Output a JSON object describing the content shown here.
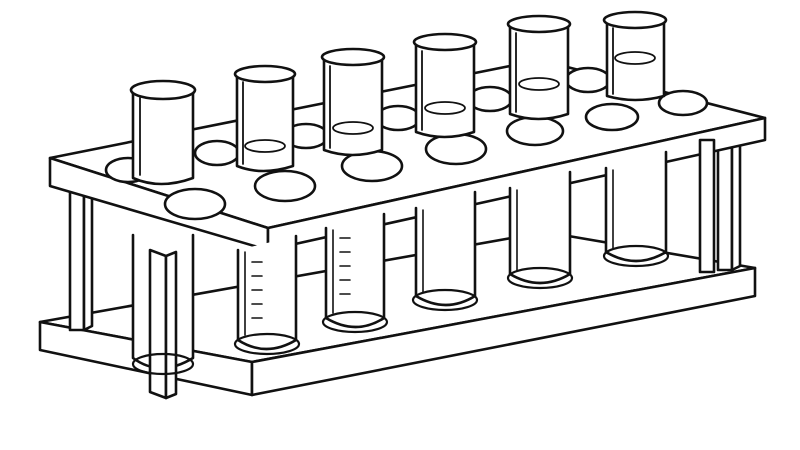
{
  "illustration": {
    "subject": "test-tube-rack",
    "style": "black-outline-line-art",
    "tube_count": 6,
    "top_plate_holes": 12,
    "rack_legs": 4,
    "graduated_tubes": 2,
    "colors": {
      "background": "#ffffff",
      "outline": "#111111",
      "fill": "#ffffff"
    }
  }
}
